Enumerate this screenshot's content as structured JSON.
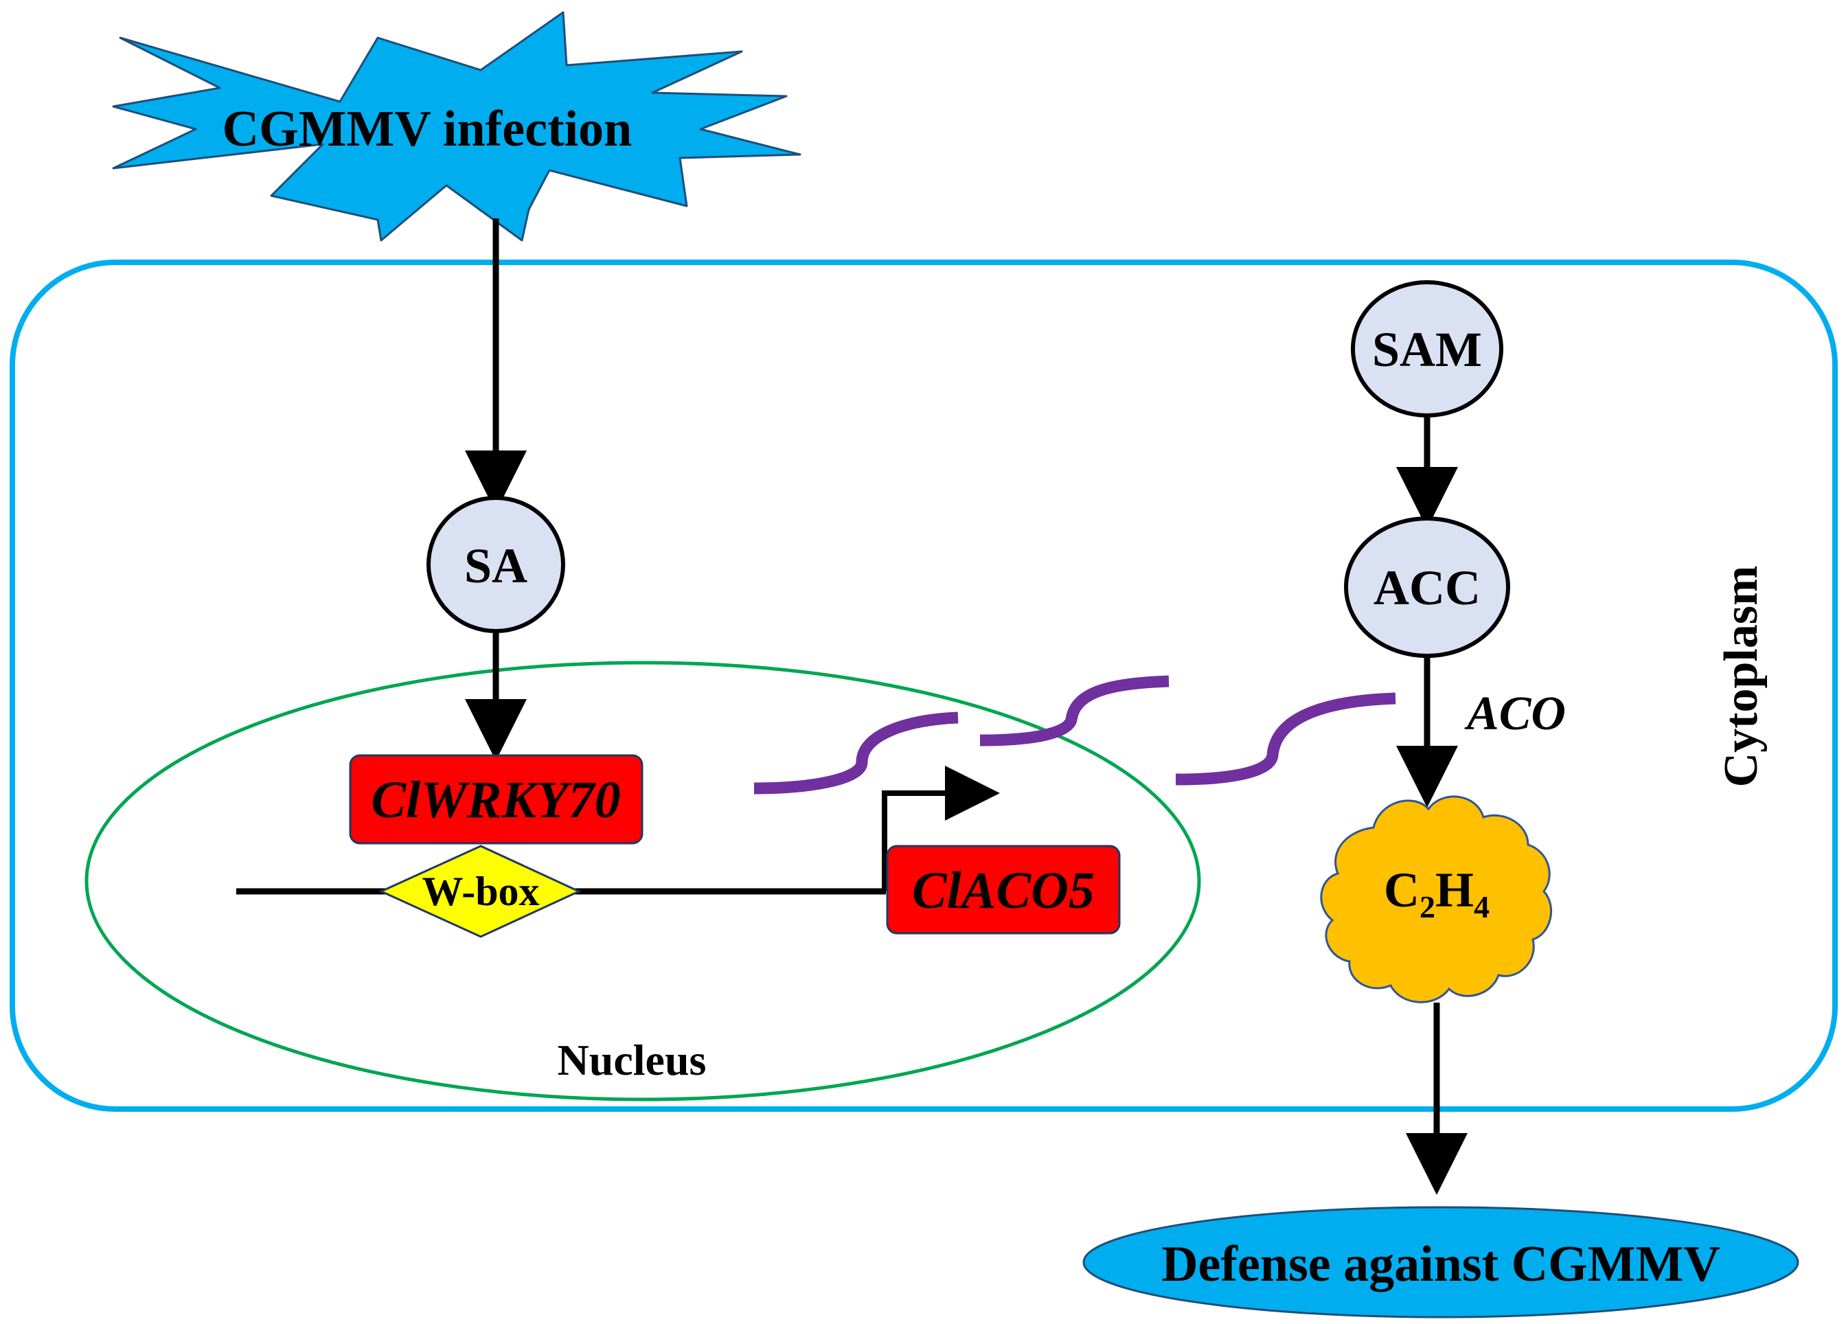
{
  "infection": {
    "label": "CGMMV infection"
  },
  "cell": {
    "compartment_label": "Cytoplasm"
  },
  "nucleus": {
    "label": "Nucleus"
  },
  "nodes": {
    "sa": "SA",
    "sam": "SAM",
    "acc": "ACC"
  },
  "genes": {
    "wrky": "ClWRKY70",
    "aco5": "ClACO5"
  },
  "promoter": {
    "label": "W-box"
  },
  "enzyme": {
    "label": "ACO"
  },
  "ethylene": {
    "main": "C",
    "sub1": "2",
    "mid": "H",
    "sub2": "4"
  },
  "outcome": {
    "label": "Defense against CGMMV"
  },
  "colors": {
    "burst": "#00AEEF",
    "cell_border": "#00AEEF",
    "nucleus_border": "#00A651",
    "node_fill": "#D9E1F2",
    "gene_fill": "#FF0000",
    "wbox_fill": "#FFFF00",
    "mrna": "#7030A0",
    "cloud": "#FFC000",
    "outcome_fill": "#00AEEF"
  }
}
